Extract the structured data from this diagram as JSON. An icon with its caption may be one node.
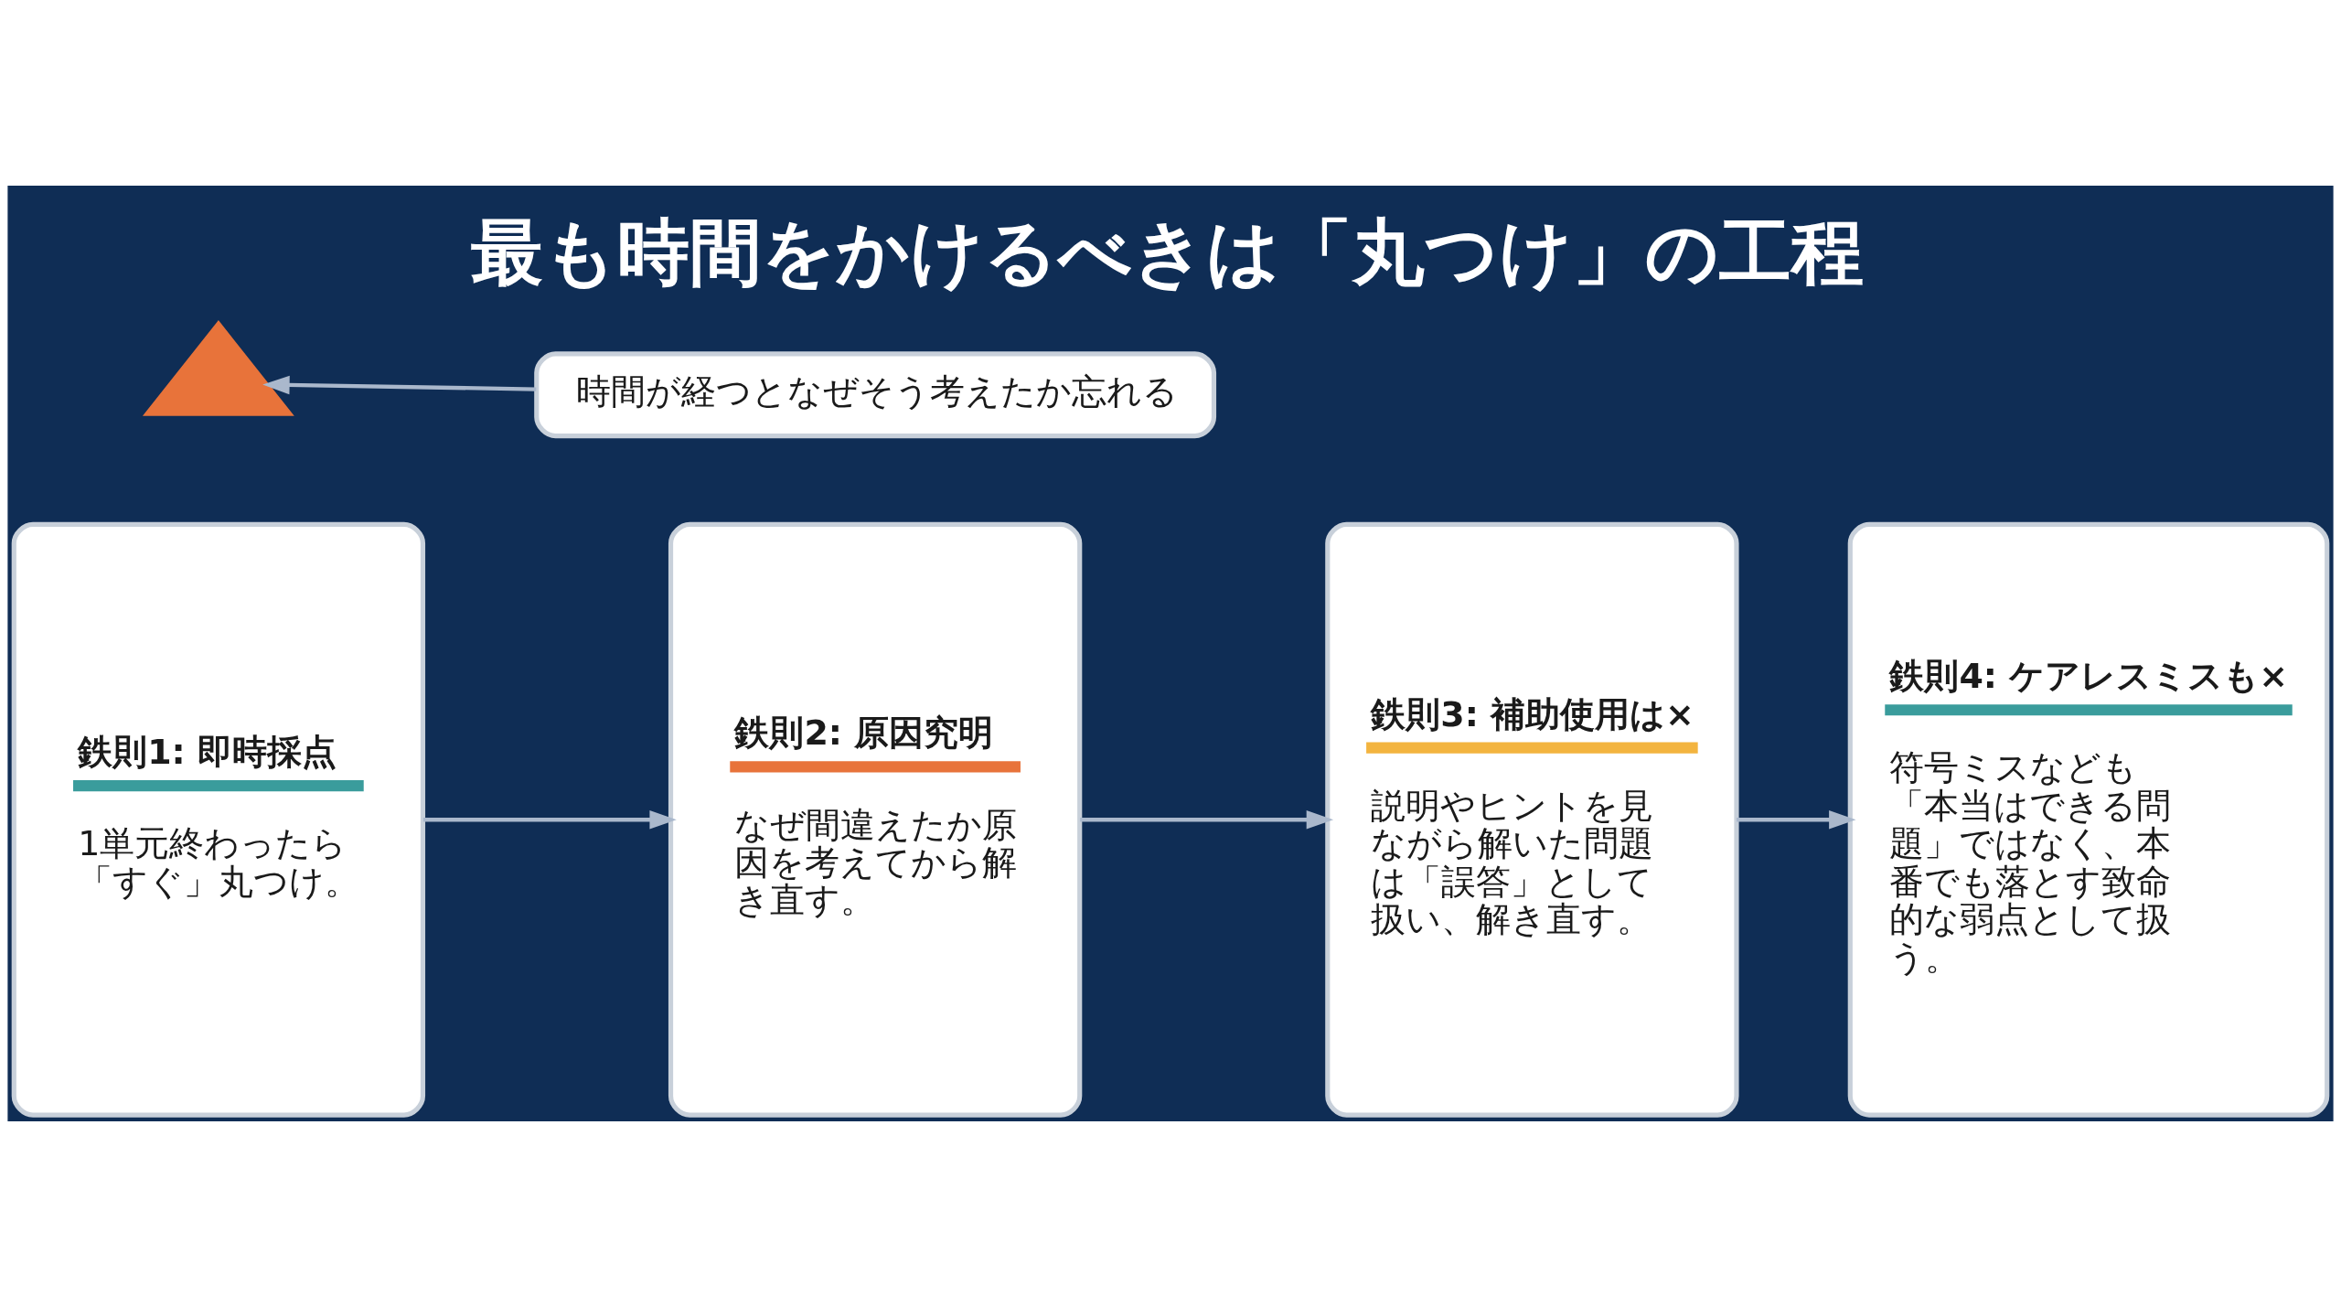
{
  "diagram": {
    "title": "最も時間をかけるべきは「丸つけ」の工程",
    "nodes": [
      {
        "text": [
          "鉄則1: 即時採点",
          "1単元終わったら「すぐ」丸つけ。"
        ]
      },
      {
        "text": [
          "鉄則2: 原因究明",
          "なぜ間違えたか原因を考えてから解き直す。"
        ]
      },
      {
        "text": [
          "鉄則3: 補助使用は×",
          "説明やヒントを見ながら解いた問題は「誤答」として扱い、解き直す。"
        ]
      },
      {
        "text": [
          "鉄則4: ケアレスミスも×",
          "符号ミスなども「本当はできる問題」ではなく、本番でも落とす致命的な弱点として扱う。"
        ]
      },
      {
        "text": [
          "時間が経つとなぜそう考えたか忘れる"
        ]
      },
      {
        "text": [],
        "shape": "triangle"
      }
    ],
    "edges": [
      {
        "from": 0,
        "to": 1,
        "arrow": "to"
      },
      {
        "from": 1,
        "to": 2,
        "arrow": "to"
      },
      {
        "from": 2,
        "to": 3,
        "arrow": "to"
      },
      {
        "from": 4,
        "to": 5,
        "arrow": "to"
      }
    ]
  }
}
